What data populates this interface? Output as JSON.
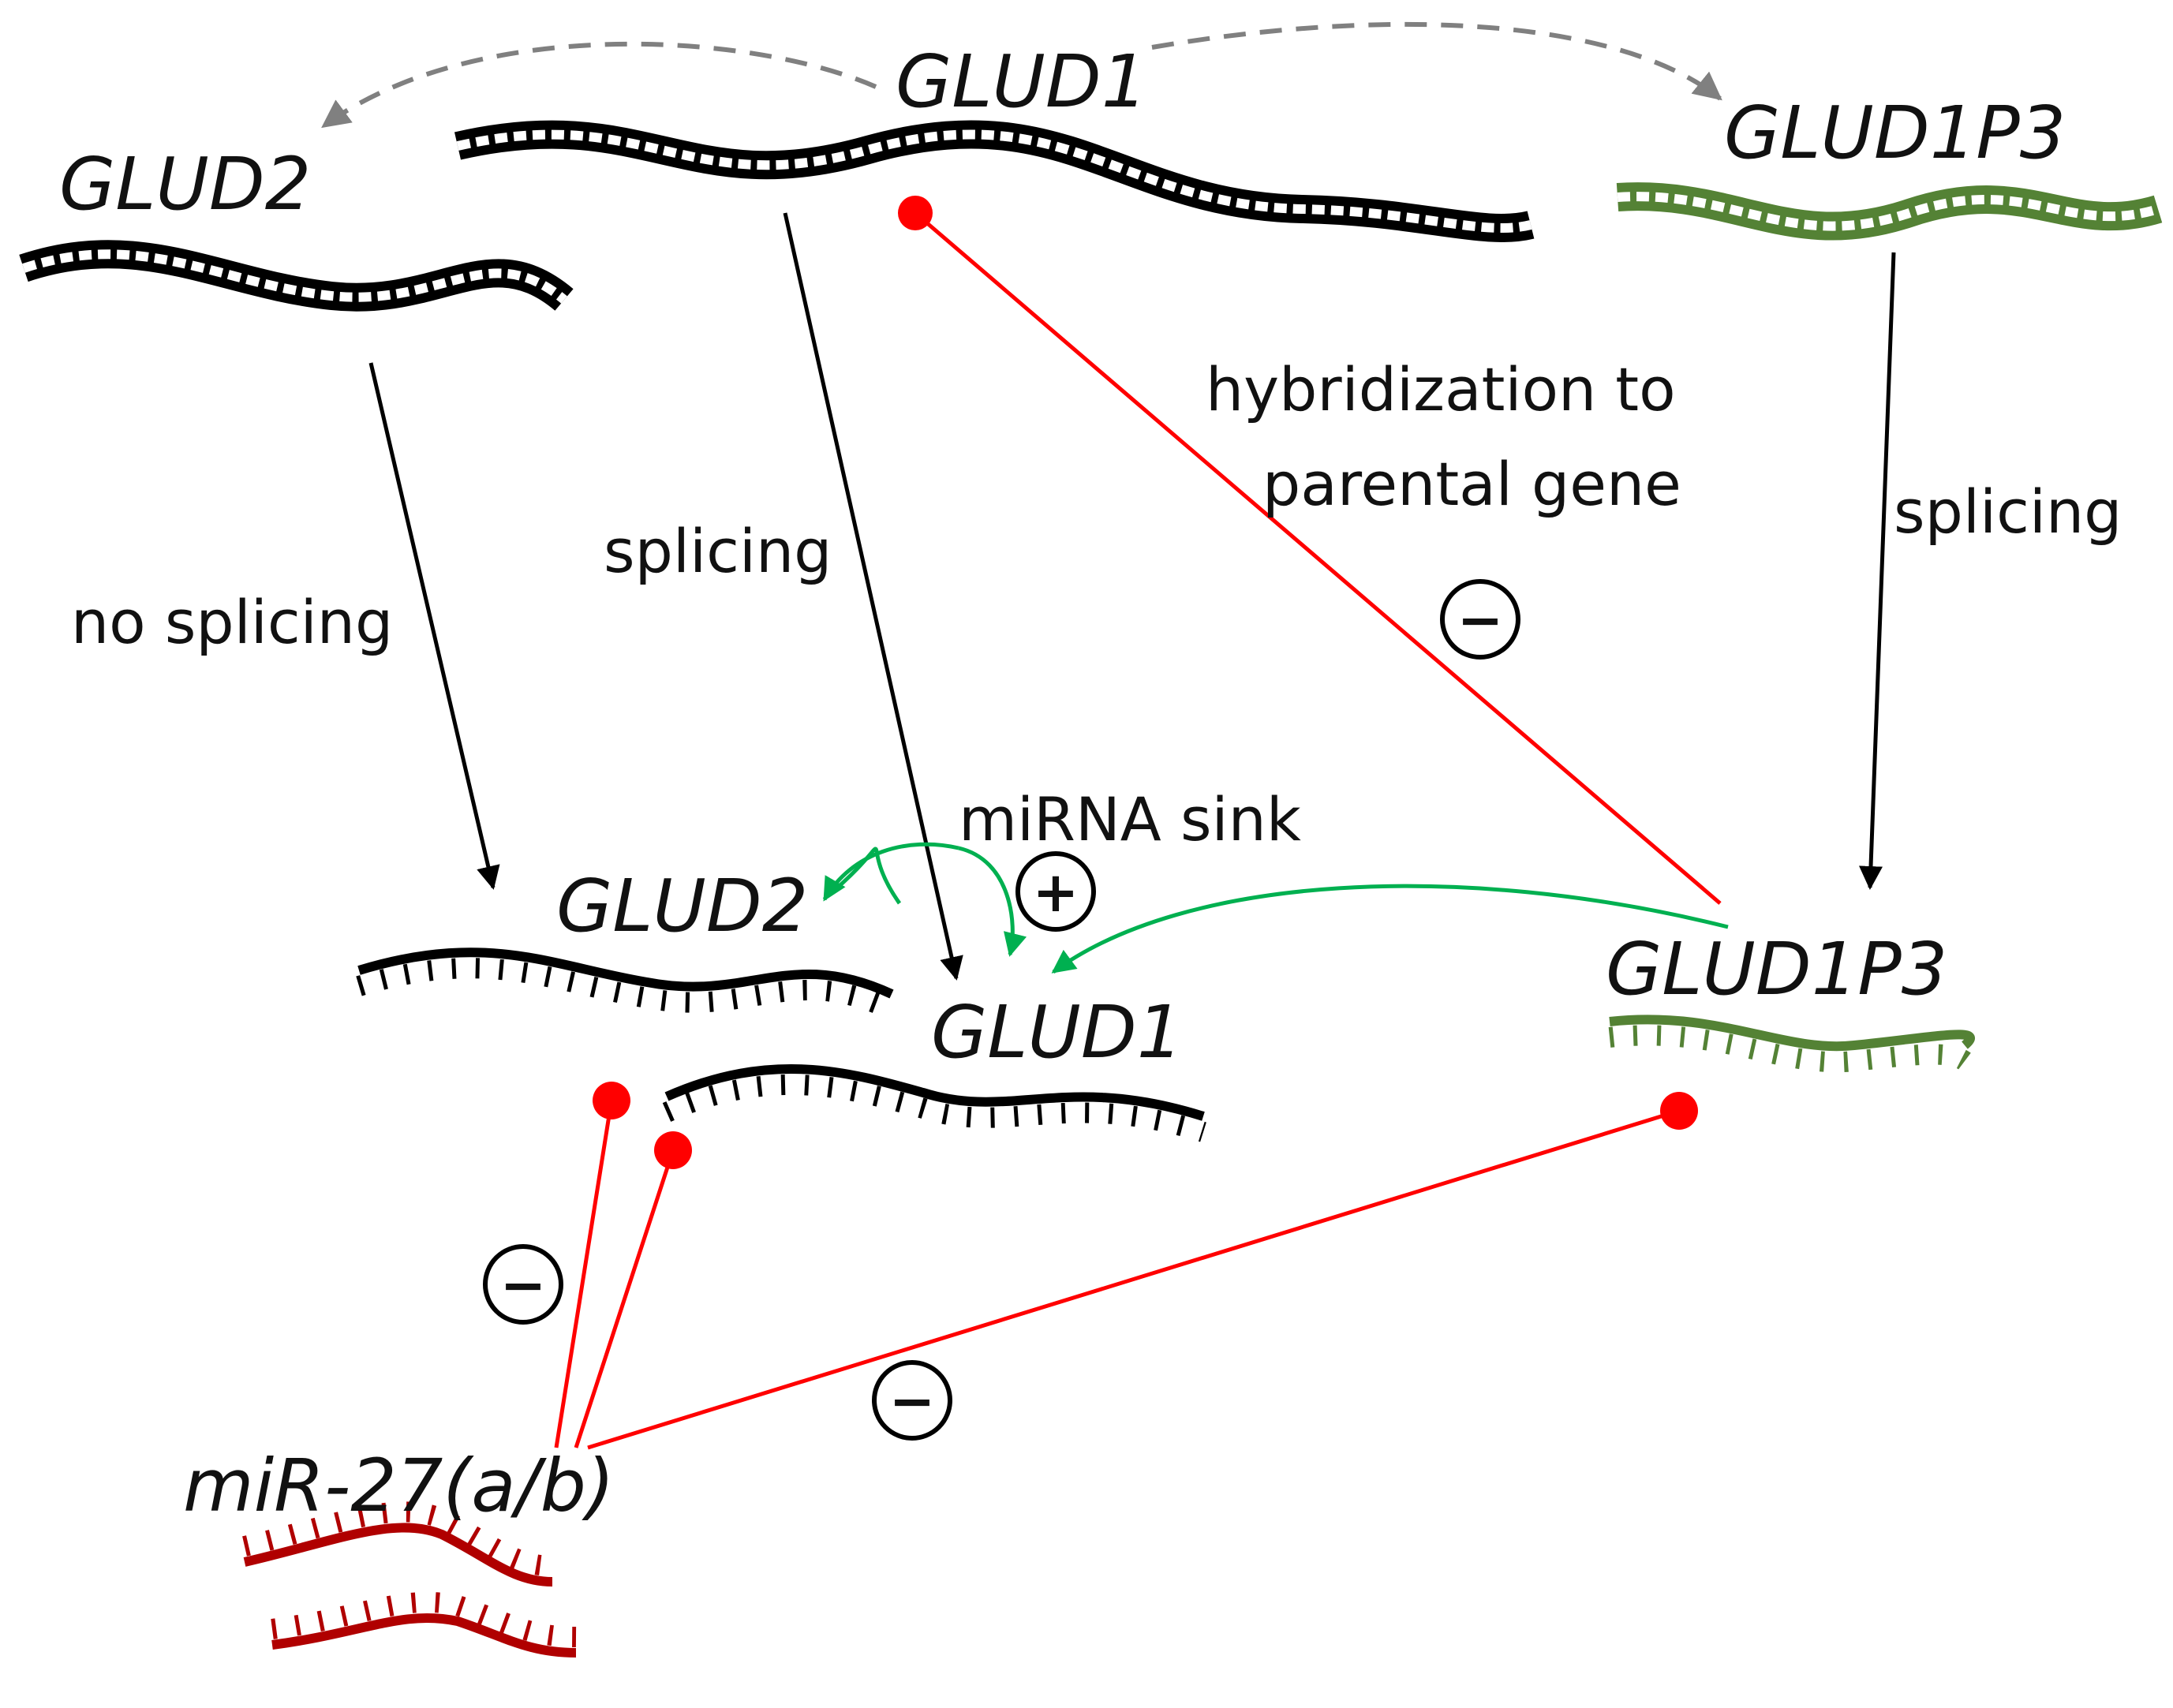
{
  "genes": {
    "glud1_dna": "GLUD1",
    "glud2_dna": "GLUD2",
    "glud1p3_dna": "GLUD1P3",
    "glud2_rna": "GLUD2",
    "glud1_rna": "GLUD1",
    "glud1p3_rna": "GLUD1P3",
    "mir27": "miR-27(a/b)"
  },
  "processes": {
    "no_splicing": "no splicing",
    "splicing_glud1": "splicing",
    "splicing_glud1p3": "splicing",
    "hybridization_line1": "hybridization to",
    "hybridization_line2": "parental gene",
    "mirna_sink": "miRNA sink"
  },
  "effects": {
    "inhibit_symbol": "−",
    "activate_symbol": "+"
  },
  "colors": {
    "dna_black": "#000000",
    "pseudogene_green": "#548235",
    "mirna_red": "#b00000",
    "inhibition_red": "#ff0000",
    "sink_green": "#00b050",
    "origin_gray": "#808080"
  }
}
